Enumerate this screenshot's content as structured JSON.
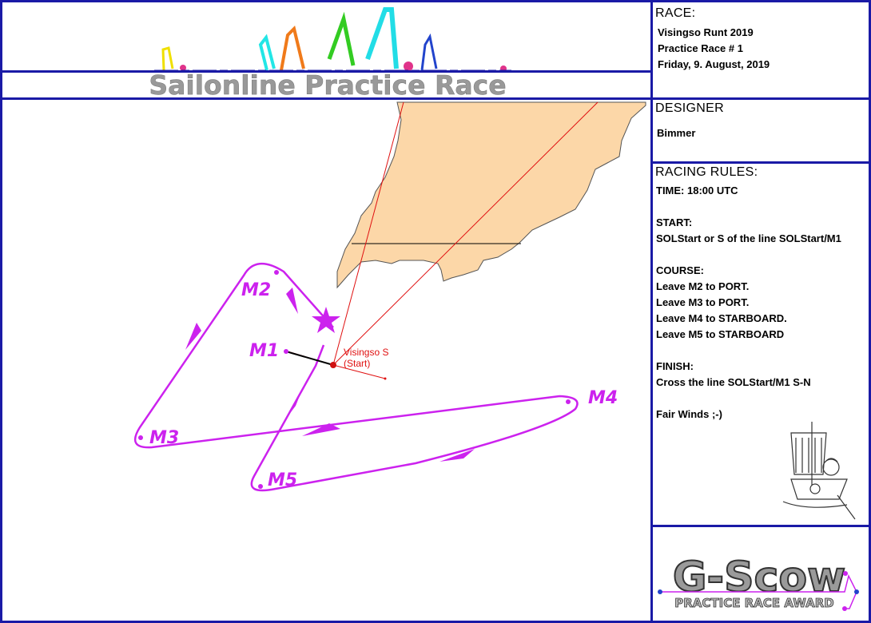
{
  "banner": {
    "title": "Sailonline Practice Race"
  },
  "race_panel": {
    "heading": "RACE:",
    "lines": [
      "Visingso Runt 2019",
      "Practice Race # 1",
      "Friday, 9. August, 2019"
    ]
  },
  "designer_panel": {
    "heading": "DESIGNER",
    "name": "Bimmer"
  },
  "rules_panel": {
    "heading": "RACING RULES:",
    "lines": [
      "TIME:  18:00 UTC",
      "",
      "START:",
      "SOLStart or S of the line SOLStart/M1",
      "",
      "COURSE:",
      "Leave M2 to PORT.",
      "Leave M3 to PORT.",
      "Leave M4 to STARBOARD.",
      "Leave M5 to STARBOARD",
      "",
      "FINISH:",
      "Cross the line SOLStart/M1 S-N",
      "",
      "Fair Winds ;-)"
    ]
  },
  "award": {
    "title": "G-Scow",
    "subtitle": "PRACTICE RACE AWARD"
  },
  "map": {
    "marks": [
      {
        "id": "M1",
        "label": "M1"
      },
      {
        "id": "M2",
        "label": "M2"
      },
      {
        "id": "M3",
        "label": "M3"
      },
      {
        "id": "M4",
        "label": "M4"
      },
      {
        "id": "M5",
        "label": "M5"
      }
    ],
    "start": {
      "name": "Visingso S",
      "note": "(Start)"
    },
    "colors": {
      "course": "#cc22ee",
      "land": "#fcd7a8",
      "start_lines": "#e01010",
      "frame": "#1a1aa6"
    }
  }
}
